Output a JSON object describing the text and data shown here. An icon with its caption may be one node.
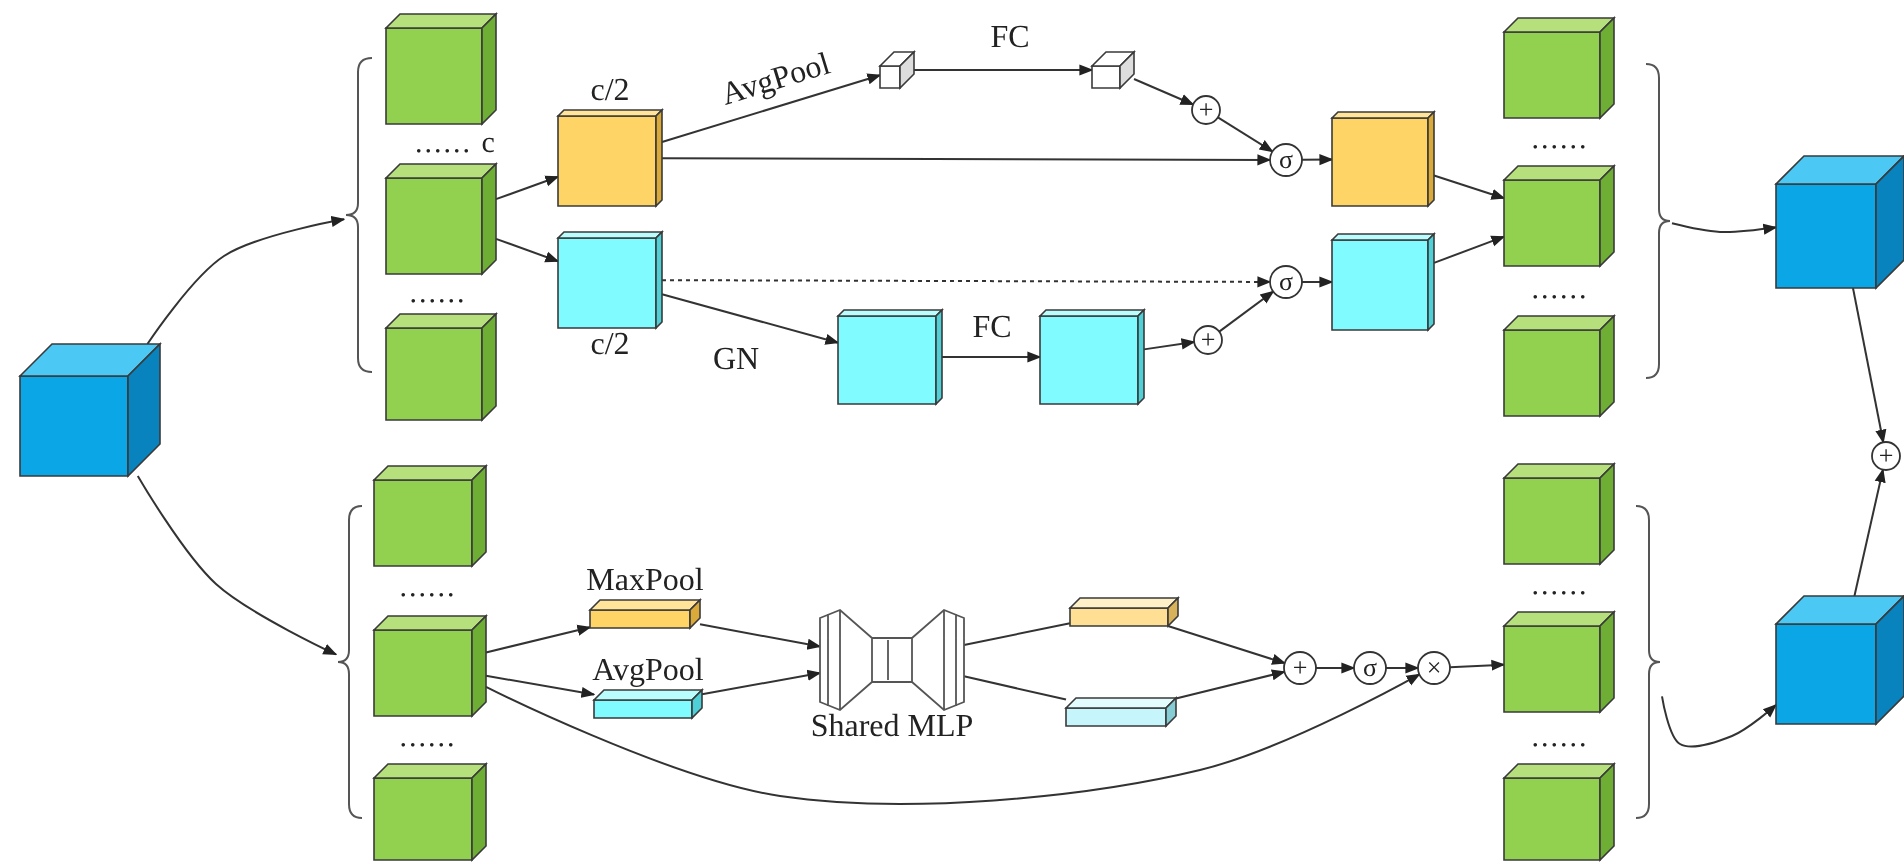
{
  "diagram": {
    "nodes": [
      {
        "text": [],
        "shape": "cube"
      },
      {
        "text": [],
        "shape": "brace"
      },
      {
        "text": [],
        "shape": "cube"
      },
      {
        "text": [],
        "shape": "cube"
      },
      {
        "text": [],
        "shape": "cube"
      },
      {
        "text": [
          "c/2"
        ]
      },
      {
        "text": [
          "c/2"
        ]
      },
      {
        "text": [],
        "shape": "bar"
      },
      {
        "text": [],
        "shape": "bar"
      },
      {
        "text": [
          "+"
        ]
      },
      {
        "text": [
          "σ"
        ]
      },
      {
        "text": [
          "σ"
        ]
      },
      {
        "text": [],
        "shape": "box"
      },
      {
        "text": [],
        "shape": "box"
      },
      {
        "text": [
          "+"
        ]
      },
      {
        "text": [],
        "shape": "box"
      },
      {
        "text": [],
        "shape": "box"
      },
      {
        "text": [],
        "shape": "cube"
      },
      {
        "text": [],
        "shape": "cube"
      },
      {
        "text": [],
        "shape": "cube"
      },
      {
        "text": [],
        "shape": "brace"
      },
      {
        "text": [],
        "shape": "cube"
      },
      {
        "text": [
          "+"
        ]
      },
      {
        "text": [],
        "shape": "brace"
      },
      {
        "text": [],
        "shape": "cube"
      },
      {
        "text": [],
        "shape": "cube"
      },
      {
        "text": [],
        "shape": "cube"
      },
      {
        "text": [
          "MaxPool"
        ]
      },
      {
        "text": [
          "AvgPool"
        ]
      },
      {
        "text": [
          "Shared MLP"
        ]
      },
      {
        "text": [],
        "shape": "bar"
      },
      {
        "text": [],
        "shape": "bar"
      },
      {
        "text": [
          "+"
        ]
      },
      {
        "text": [
          "σ"
        ]
      },
      {
        "text": [
          "×"
        ]
      },
      {
        "text": [],
        "shape": "cube"
      },
      {
        "text": [],
        "shape": "cube"
      },
      {
        "text": [],
        "shape": "cube"
      },
      {
        "text": [],
        "shape": "brace"
      },
      {
        "text": [],
        "shape": "cube"
      }
    ],
    "edges": [
      {
        "from": 0,
        "to": 1,
        "arrow": "to"
      },
      {
        "from": 0,
        "to": 23,
        "arrow": "to"
      },
      {
        "from": 3,
        "to": 5,
        "arrow": "to"
      },
      {
        "from": 3,
        "to": 6,
        "arrow": "to"
      },
      {
        "from": 5,
        "to": 7,
        "arrow": "to",
        "label": "AvgPool"
      },
      {
        "from": 7,
        "to": 8,
        "arrow": "to",
        "label": "FC"
      },
      {
        "from": 8,
        "to": 9,
        "arrow": "to"
      },
      {
        "from": 9,
        "to": 10,
        "arrow": "to"
      },
      {
        "from": 5,
        "to": 10,
        "arrow": "to"
      },
      {
        "from": 6,
        "to": 11,
        "arrow": "to",
        "style": "dashed"
      },
      {
        "from": 6,
        "to": 12,
        "arrow": "to",
        "label": "GN"
      },
      {
        "from": 12,
        "to": 13,
        "arrow": "to",
        "label": "FC"
      },
      {
        "from": 13,
        "to": 14,
        "arrow": "to"
      },
      {
        "from": 14,
        "to": 11,
        "arrow": "to"
      },
      {
        "from": 10,
        "to": 15,
        "arrow": "to"
      },
      {
        "from": 11,
        "to": 16,
        "arrow": "to"
      },
      {
        "from": 15,
        "to": 18,
        "arrow": "to"
      },
      {
        "from": 16,
        "to": 18,
        "arrow": "to"
      },
      {
        "from": 20,
        "to": 21,
        "arrow": "to"
      },
      {
        "from": 21,
        "to": 22,
        "arrow": "to"
      },
      {
        "from": 39,
        "to": 22,
        "arrow": "to"
      },
      {
        "from": 25,
        "to": 27,
        "arrow": "to"
      },
      {
        "from": 25,
        "to": 28,
        "arrow": "to"
      },
      {
        "from": 27,
        "to": 29,
        "arrow": "to"
      },
      {
        "from": 28,
        "to": 29,
        "arrow": "to"
      },
      {
        "from": 29,
        "to": 30,
        "arrow": "none"
      },
      {
        "from": 29,
        "to": 31,
        "arrow": "none"
      },
      {
        "from": 30,
        "to": 32,
        "arrow": "to"
      },
      {
        "from": 31,
        "to": 32,
        "arrow": "to"
      },
      {
        "from": 32,
        "to": 33,
        "arrow": "to"
      },
      {
        "from": 33,
        "to": 34,
        "arrow": "to"
      },
      {
        "from": 25,
        "to": 34,
        "arrow": "to"
      },
      {
        "from": 34,
        "to": 36,
        "arrow": "to"
      },
      {
        "from": 38,
        "to": 39,
        "arrow": "to"
      }
    ],
    "labels": [
      "...... c",
      "......",
      "......",
      "......",
      "......",
      "......",
      "......",
      "......"
    ]
  }
}
